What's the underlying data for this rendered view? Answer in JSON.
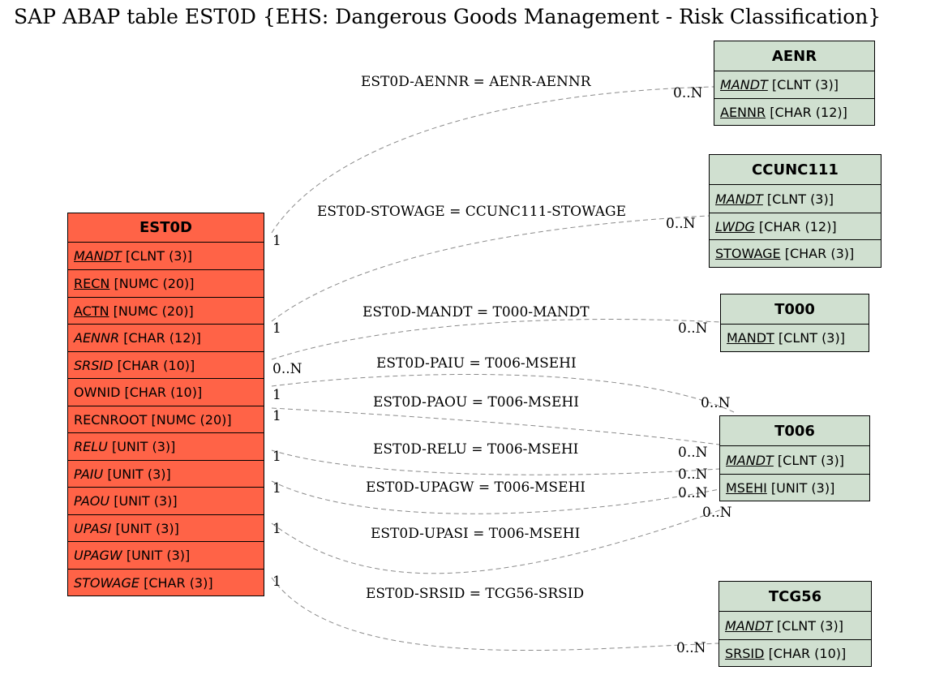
{
  "title": "SAP ABAP table EST0D {EHS: Dangerous Goods Management - Risk Classification}",
  "main_table": {
    "name": "EST0D",
    "fields": [
      {
        "name": "MANDT",
        "type": "[CLNT (3)]"
      },
      {
        "name": "RECN",
        "type": "[NUMC (20)]"
      },
      {
        "name": "ACTN",
        "type": "[NUMC (20)]"
      },
      {
        "name": "AENNR",
        "type": "[CHAR (12)]"
      },
      {
        "name": "SRSID",
        "type": "[CHAR (10)]"
      },
      {
        "name": "OWNID",
        "type": "[CHAR (10)]"
      },
      {
        "name": "RECNROOT",
        "type": "[NUMC (20)]"
      },
      {
        "name": "RELU",
        "type": "[UNIT (3)]"
      },
      {
        "name": "PAIU",
        "type": "[UNIT (3)]"
      },
      {
        "name": "PAOU",
        "type": "[UNIT (3)]"
      },
      {
        "name": "UPASI",
        "type": "[UNIT (3)]"
      },
      {
        "name": "UPAGW",
        "type": "[UNIT (3)]"
      },
      {
        "name": "STOWAGE",
        "type": "[CHAR (3)]"
      }
    ]
  },
  "ref_tables": {
    "aenr": {
      "name": "AENR",
      "fields": [
        {
          "name": "MANDT",
          "type": "[CLNT (3)]"
        },
        {
          "name": "AENNR",
          "type": "[CHAR (12)]"
        }
      ]
    },
    "ccunc111": {
      "name": "CCUNC111",
      "fields": [
        {
          "name": "MANDT",
          "type": "[CLNT (3)]"
        },
        {
          "name": "LWDG",
          "type": "[CHAR (12)]"
        },
        {
          "name": "STOWAGE",
          "type": "[CHAR (3)]"
        }
      ]
    },
    "t000": {
      "name": "T000",
      "fields": [
        {
          "name": "MANDT",
          "type": "[CLNT (3)]"
        }
      ]
    },
    "t006": {
      "name": "T006",
      "fields": [
        {
          "name": "MANDT",
          "type": "[CLNT (3)]"
        },
        {
          "name": "MSEHI",
          "type": "[UNIT (3)]"
        }
      ]
    },
    "tcg56": {
      "name": "TCG56",
      "fields": [
        {
          "name": "MANDT",
          "type": "[CLNT (3)]"
        },
        {
          "name": "SRSID",
          "type": "[CHAR (10)]"
        }
      ]
    }
  },
  "relations": [
    {
      "label": "EST0D-AENNR = AENR-AENNR",
      "from_card": "1",
      "to_card": "0..N"
    },
    {
      "label": "EST0D-STOWAGE = CCUNC111-STOWAGE",
      "from_card": "1",
      "to_card": "0..N"
    },
    {
      "label": "EST0D-MANDT = T000-MANDT",
      "from_card": "0..N",
      "to_card": "0..N"
    },
    {
      "label": "EST0D-PAIU = T006-MSEHI",
      "from_card": "1",
      "to_card": "0..N"
    },
    {
      "label": "EST0D-PAOU = T006-MSEHI",
      "from_card": "1",
      "to_card": "0..N"
    },
    {
      "label": "EST0D-RELU = T006-MSEHI",
      "from_card": "1",
      "to_card": "0..N"
    },
    {
      "label": "EST0D-UPAGW = T006-MSEHI",
      "from_card": "1",
      "to_card": "0..N"
    },
    {
      "label": "EST0D-UPASI = T006-MSEHI",
      "from_card": "1",
      "to_card": "0..N"
    },
    {
      "label": "EST0D-SRSID = TCG56-SRSID",
      "from_card": "1",
      "to_card": "0..N"
    }
  ],
  "colors": {
    "main_table": "#ff6347",
    "ref_table": "#d0e0d0",
    "line": "#8a8a8a"
  }
}
